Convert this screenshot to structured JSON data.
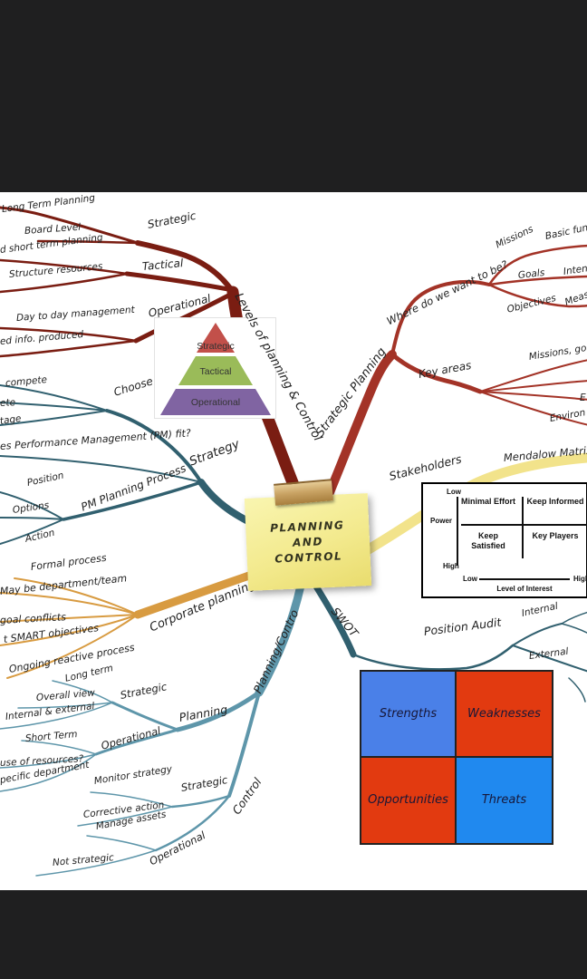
{
  "center_note": {
    "lines": [
      "PLANNING",
      "AND",
      "CONTROL"
    ]
  },
  "branch_colors": {
    "levels": "#7a1d12",
    "strategic_planning": "#a33327",
    "strategy": "#31606f",
    "corporate_planning": "#d89b41",
    "stakeholders": "#f2e38b",
    "swot": "#31606f",
    "planning_control": "#5e96aa"
  },
  "labels": [
    {
      "id": "lvl-long-term",
      "text": "Long Term Planning"
    },
    {
      "id": "lvl-board-level",
      "text": "Board Level"
    },
    {
      "id": "lvl-short-term",
      "text": "d short term planning"
    },
    {
      "id": "lvl-structure",
      "text": "Structure resources"
    },
    {
      "id": "lvl-day2day",
      "text": "Day to day management"
    },
    {
      "id": "lvl-info",
      "text": "ed info. produced"
    },
    {
      "id": "lvl-strategic",
      "text": "Strategic"
    },
    {
      "id": "lvl-tactical",
      "text": "Tactical"
    },
    {
      "id": "lvl-operational",
      "text": "Operational"
    },
    {
      "id": "lvl-main",
      "text": "Levels of planning & Control"
    },
    {
      "id": "str-compete",
      "text": "compete"
    },
    {
      "id": "str-ete",
      "text": "ete"
    },
    {
      "id": "str-tage",
      "text": "tage"
    },
    {
      "id": "str-choose",
      "text": "Choose"
    },
    {
      "id": "str-pm-fit",
      "text": "es Performance Management (PM) fit?"
    },
    {
      "id": "str-strategy",
      "text": "Strategy"
    },
    {
      "id": "str-position",
      "text": "Position"
    },
    {
      "id": "str-options",
      "text": "Options"
    },
    {
      "id": "str-action",
      "text": "Action"
    },
    {
      "id": "str-pmprocess",
      "text": "PM Planning Process"
    },
    {
      "id": "cp-formal",
      "text": "Formal process"
    },
    {
      "id": "cp-dept",
      "text": "May be department/team"
    },
    {
      "id": "cp-goal",
      "text": "goal conflicts"
    },
    {
      "id": "cp-smart",
      "text": "t SMART objectives"
    },
    {
      "id": "cp-ongoing",
      "text": "Ongoing reactive process"
    },
    {
      "id": "cp-main",
      "text": "Corporate planning"
    },
    {
      "id": "pc-longterm",
      "text": "Long term"
    },
    {
      "id": "pc-overall",
      "text": "Overall view"
    },
    {
      "id": "pc-internal",
      "text": "Internal & external"
    },
    {
      "id": "pc-strategic1",
      "text": "Strategic"
    },
    {
      "id": "pc-shortterm",
      "text": "Short Term"
    },
    {
      "id": "pc-resources",
      "text": "use of resources?"
    },
    {
      "id": "pc-dept",
      "text": "pecific department"
    },
    {
      "id": "pc-operational1",
      "text": "Operational"
    },
    {
      "id": "pc-planning",
      "text": "Planning"
    },
    {
      "id": "pc-monitor",
      "text": "Monitor strategy"
    },
    {
      "id": "pc-corrective",
      "text": "Corrective action"
    },
    {
      "id": "pc-strategic2",
      "text": "Strategic"
    },
    {
      "id": "pc-manage",
      "text": "Manage assets"
    },
    {
      "id": "pc-notstrategic",
      "text": "Not strategic"
    },
    {
      "id": "pc-operational2",
      "text": "Operational"
    },
    {
      "id": "pc-control",
      "text": "Control"
    },
    {
      "id": "pc-main",
      "text": "Planning/Contro"
    },
    {
      "id": "swot-label",
      "text": "SWOT"
    },
    {
      "id": "swot-posaudit",
      "text": "Position Audit"
    },
    {
      "id": "swot-internal",
      "text": "Internal"
    },
    {
      "id": "swot-external",
      "text": "External"
    },
    {
      "id": "sp-main",
      "text": "Strategic Planning"
    },
    {
      "id": "sp-where",
      "text": "Where do we want to be?"
    },
    {
      "id": "sp-missions",
      "text": "Missions"
    },
    {
      "id": "sp-basicfun",
      "text": "Basic fun"
    },
    {
      "id": "sp-goals",
      "text": "Goals"
    },
    {
      "id": "sp-intent",
      "text": "Intent"
    },
    {
      "id": "sp-objectives",
      "text": "Objectives"
    },
    {
      "id": "sp-meas",
      "text": "Meas"
    },
    {
      "id": "sp-keyareas",
      "text": "Key areas"
    },
    {
      "id": "sp-missgoals",
      "text": "Missions, goals"
    },
    {
      "id": "sp-e",
      "text": "E"
    },
    {
      "id": "sp-environ",
      "text": "Environ"
    },
    {
      "id": "stk-label",
      "text": "Stakeholders"
    },
    {
      "id": "stk-matrix",
      "text": "Mendalow Matrix"
    }
  ],
  "pyramid": {
    "levels": [
      {
        "label": "Strategic",
        "color": "#c2504a"
      },
      {
        "label": "Tactical",
        "color": "#9abb59"
      },
      {
        "label": "Operational",
        "color": "#8064a2"
      }
    ]
  },
  "mendelow": {
    "power_low": "Low",
    "power_label": "Power",
    "power_high": "High",
    "quadrants": [
      "Minimal Effort",
      "Keep Informed",
      "Keep Satisfied",
      "Key Players"
    ],
    "interest_low": "Low",
    "interest_high": "High",
    "interest_label": "Level of Interest"
  },
  "swot": {
    "cells": [
      {
        "label": "Strengths",
        "color": "#4a80e8"
      },
      {
        "label": "Weaknesses",
        "color": "#e23a10"
      },
      {
        "label": "Opportunities",
        "color": "#e23a10"
      },
      {
        "label": "Threats",
        "color": "#2089ef"
      }
    ]
  }
}
